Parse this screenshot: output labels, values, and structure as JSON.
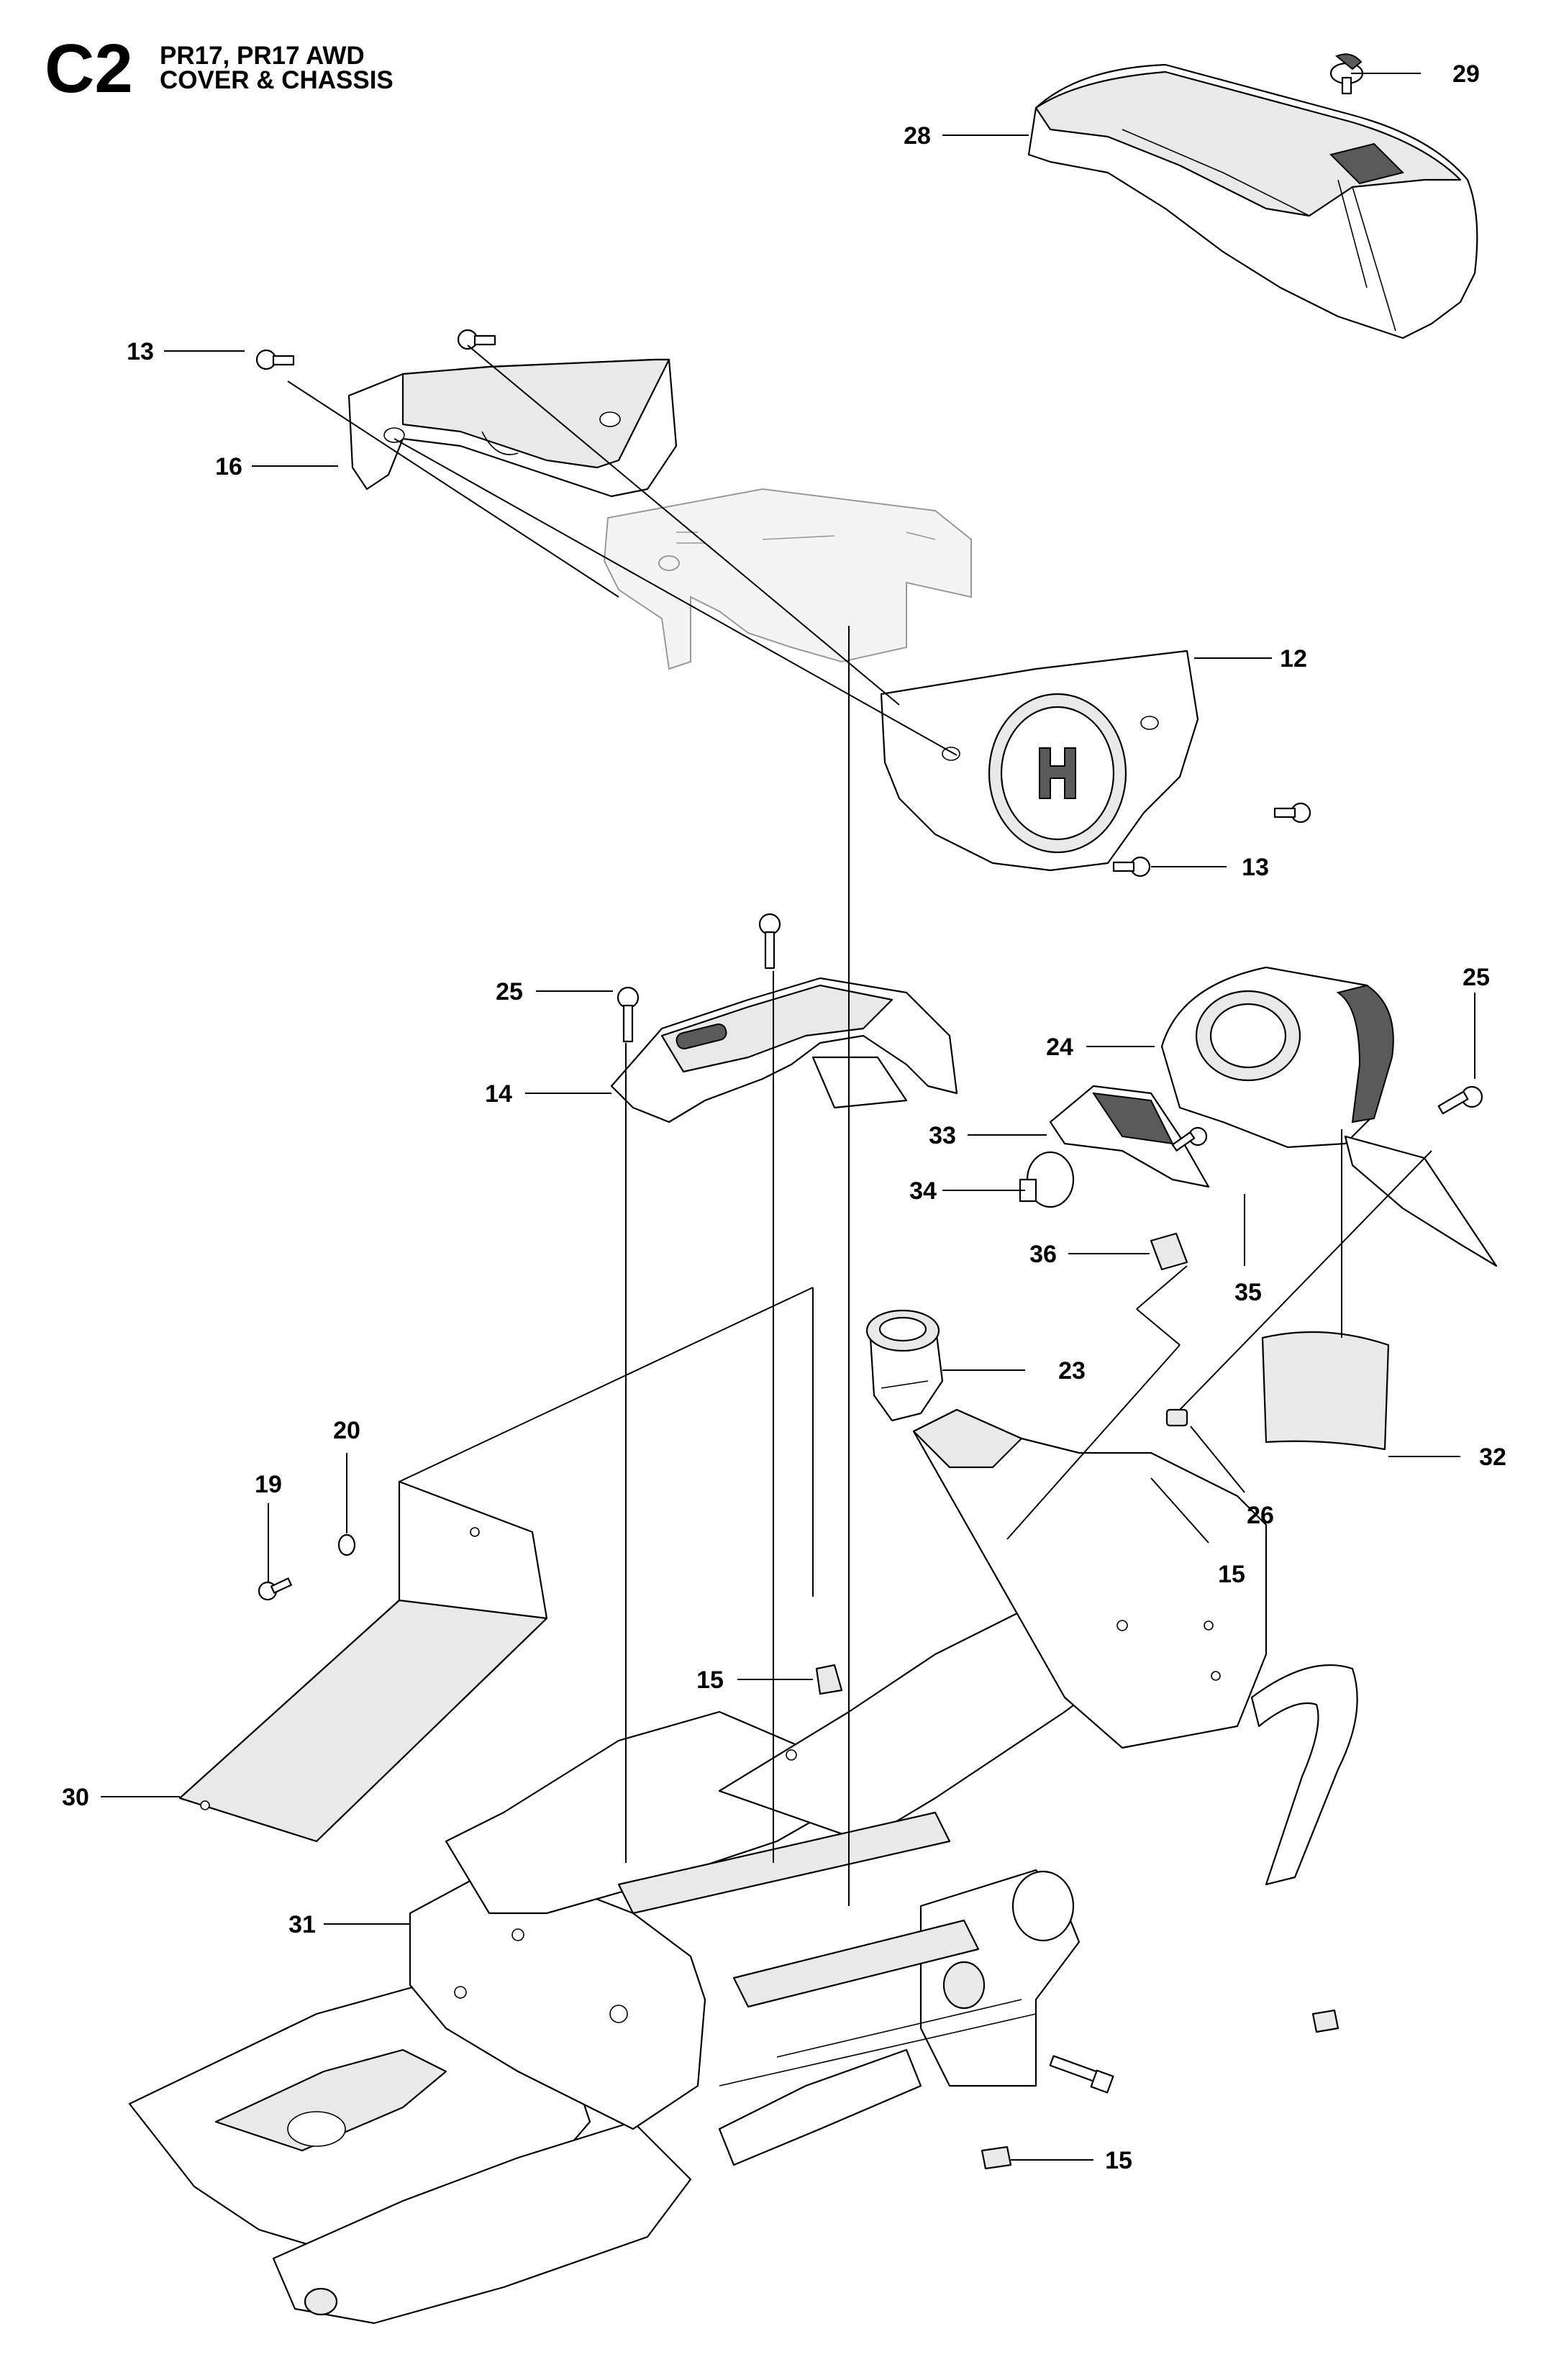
{
  "header": {
    "code": "C2",
    "models": "PR17, PR17 AWD",
    "section": "COVER & CHASSIS"
  },
  "callouts": [
    {
      "id": "c28",
      "label": "28"
    },
    {
      "id": "c29",
      "label": "29"
    },
    {
      "id": "c13a",
      "label": "13"
    },
    {
      "id": "c16",
      "label": "16"
    },
    {
      "id": "c12",
      "label": "12"
    },
    {
      "id": "c13b",
      "label": "13"
    },
    {
      "id": "c25a",
      "label": "25"
    },
    {
      "id": "c25b",
      "label": "25"
    },
    {
      "id": "c14",
      "label": "14"
    },
    {
      "id": "c24",
      "label": "24"
    },
    {
      "id": "c33",
      "label": "33"
    },
    {
      "id": "c34",
      "label": "34"
    },
    {
      "id": "c36",
      "label": "36"
    },
    {
      "id": "c35",
      "label": "35"
    },
    {
      "id": "c23",
      "label": "23"
    },
    {
      "id": "c20",
      "label": "20"
    },
    {
      "id": "c19",
      "label": "19"
    },
    {
      "id": "c32",
      "label": "32"
    },
    {
      "id": "c26",
      "label": "26"
    },
    {
      "id": "c15a",
      "label": "15"
    },
    {
      "id": "c15b",
      "label": "15"
    },
    {
      "id": "c30",
      "label": "30"
    },
    {
      "id": "c31",
      "label": "31"
    },
    {
      "id": "c15c",
      "label": "15"
    }
  ]
}
